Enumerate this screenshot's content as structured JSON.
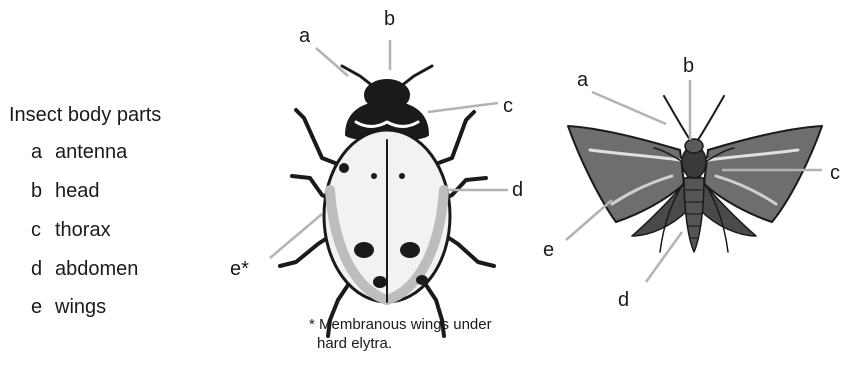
{
  "legend": {
    "title": "Insect body parts",
    "items": [
      {
        "key": "a",
        "label": "antenna"
      },
      {
        "key": "b",
        "label": "head"
      },
      {
        "key": "c",
        "label": "thorax"
      },
      {
        "key": "d",
        "label": "abdomen"
      },
      {
        "key": "e",
        "label": "wings"
      }
    ]
  },
  "beetle": {
    "labels": {
      "a": "a",
      "b": "b",
      "c": "c",
      "d": "d",
      "e": "e*"
    }
  },
  "moth": {
    "labels": {
      "a": "a",
      "b": "b",
      "c": "c",
      "d": "d",
      "e": "e"
    }
  },
  "note": {
    "line1": "* Membranous wings under",
    "line2": "hard elytra."
  },
  "colors": {
    "leader_line": "#b3b3b3",
    "ink": "#1a1a1a"
  }
}
